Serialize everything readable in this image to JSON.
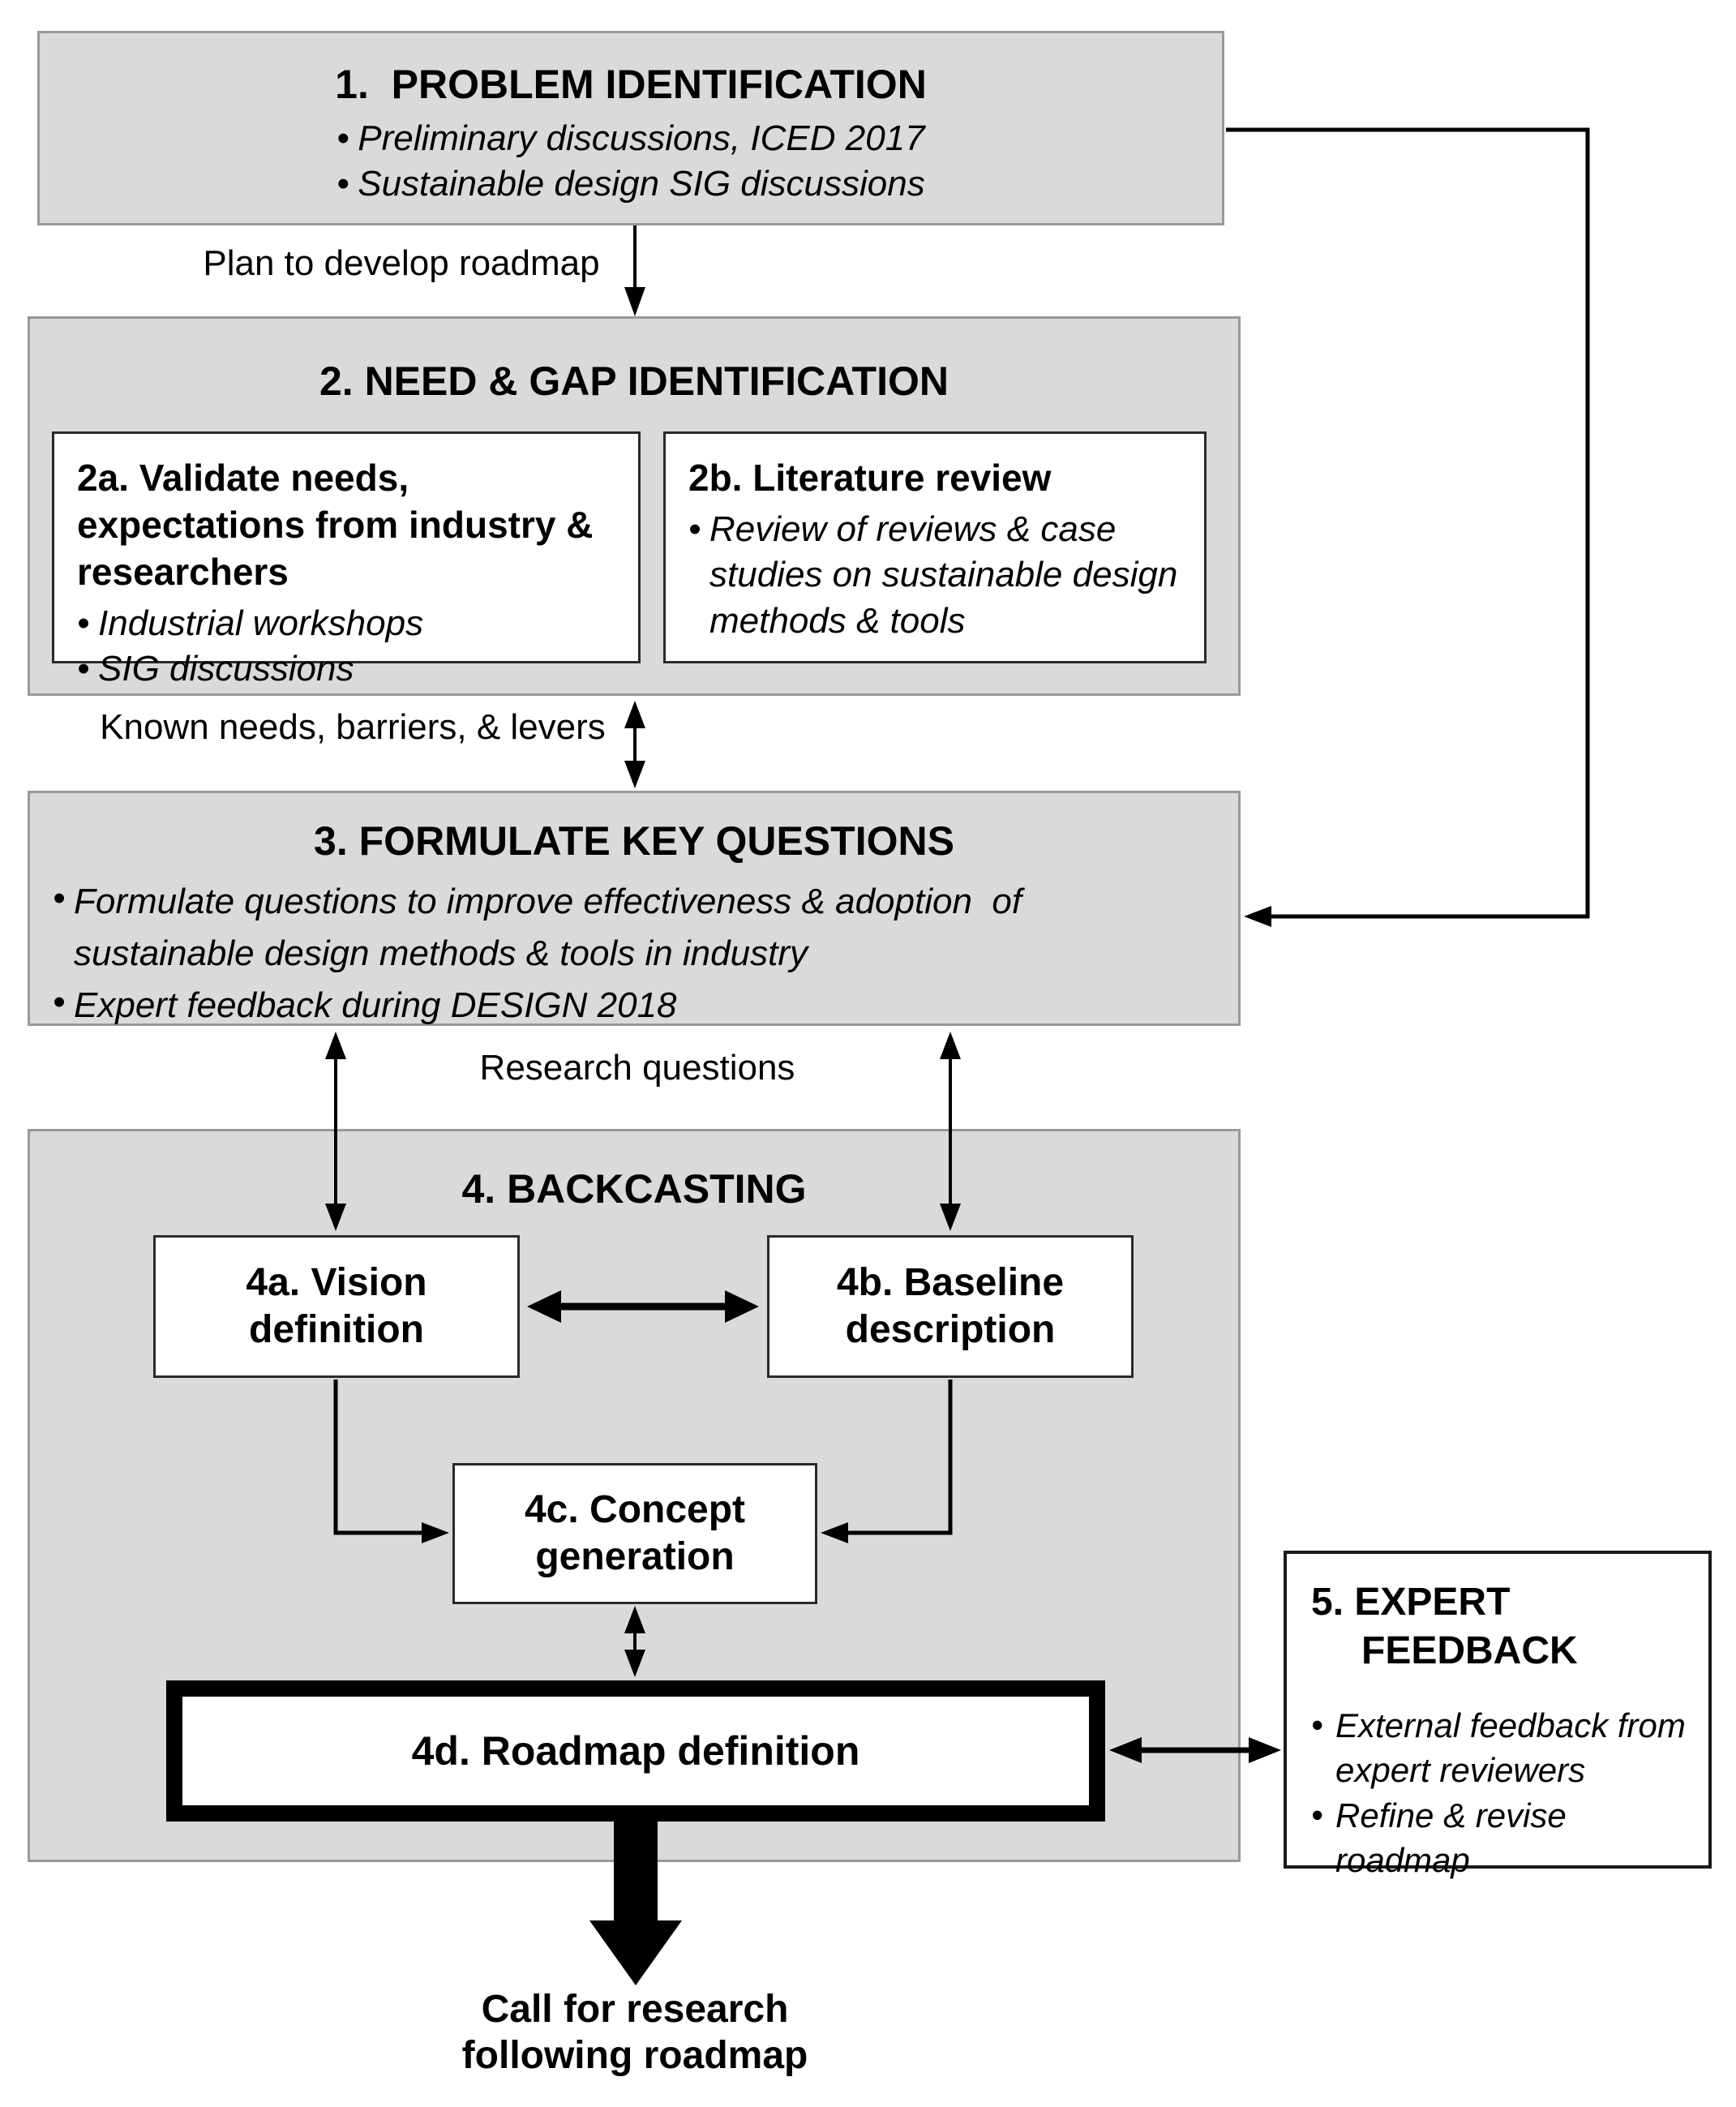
{
  "meta": {
    "bullet_char": "•"
  },
  "step1": {
    "title": "1.  PROBLEM IDENTIFICATION",
    "bullets": [
      "Preliminary discussions, ICED 2017",
      "Sustainable design SIG discussions"
    ]
  },
  "flow_labels": {
    "plan": "Plan to develop roadmap",
    "known": "Known needs, barriers, & levers",
    "research": "Research questions",
    "call": "Call for research following roadmap"
  },
  "step2": {
    "title": "2. NEED & GAP IDENTIFICATION",
    "box2a": {
      "title": "2a. Validate needs, expectations from industry & researchers",
      "bullets": [
        "Industrial workshops",
        "SIG discussions"
      ]
    },
    "box2b": {
      "title": "2b. Literature review",
      "bullets": [
        "Review of reviews & case studies on sustainable design methods & tools"
      ]
    }
  },
  "step3": {
    "title": "3. FORMULATE KEY QUESTIONS",
    "bullets": [
      "Formulate questions to improve effectiveness & adoption  of sustainable design methods & tools in industry",
      "Expert feedback during DESIGN 2018"
    ]
  },
  "step4": {
    "title": "4. BACKCASTING",
    "box4a": {
      "title": "4a. Vision definition"
    },
    "box4b": {
      "title": "4b. Baseline description"
    },
    "box4c": {
      "title": "4c. Concept generation"
    },
    "box4d": {
      "title": "4d. Roadmap definition"
    }
  },
  "step5": {
    "title": "5. EXPERT FEEDBACK",
    "bullets": [
      "External feedback from expert reviewers",
      "Refine & revise roadmap"
    ]
  },
  "colors": {
    "panel_fill": "#dadada",
    "panel_border": "#999999",
    "card_border": "#2a2a2a",
    "line": "#000000"
  }
}
